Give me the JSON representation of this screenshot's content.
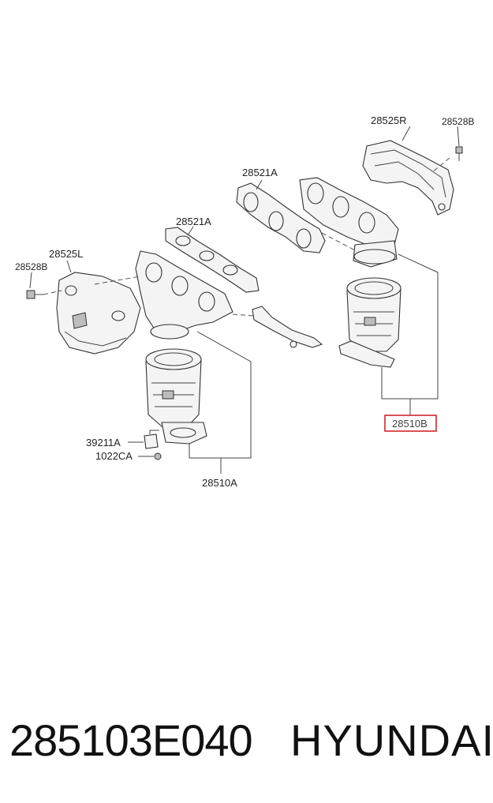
{
  "labels": {
    "r_shield": "28525R",
    "r_bolt": "28528B",
    "r_gasket": "28521A",
    "l_gasket": "28521A",
    "l_shield": "28525L",
    "l_bolt": "28528B",
    "r_catalyst": "28510B",
    "l_catalyst": "28510A",
    "bracket": "39211A",
    "nut": "1022CA"
  },
  "caption": {
    "part_number": "285103E040",
    "brand": "HYUNDAI"
  },
  "colors": {
    "highlight": "#d0262e"
  }
}
